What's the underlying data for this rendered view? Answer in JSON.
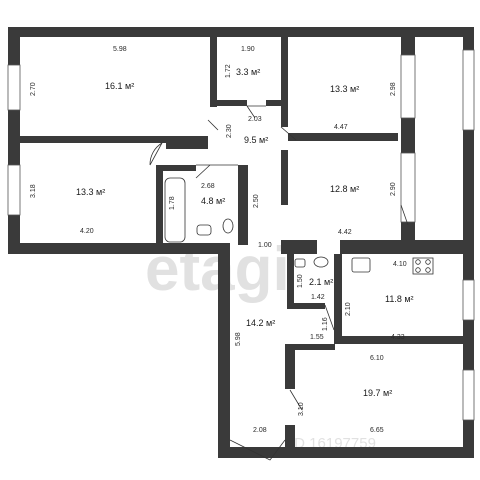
{
  "rooms": {
    "bedroom_top_left": "16.1 м²",
    "pantry": "3.3 м²",
    "bedroom_top_right": "13.3 м²",
    "hall": "9.5 м²",
    "bedroom_mid_left": "13.3 м²",
    "bathroom": "4.8 м²",
    "bedroom_mid_right": "12.8 м²",
    "wc": "2.1 м²",
    "kitchen": "11.8 м²",
    "corridor": "14.2 м²",
    "living_room": "19.7 м²"
  },
  "dimensions": {
    "top_left_width": "5.98",
    "top_left_height": "2.70",
    "pantry_width": "1.90",
    "pantry_height": "1.72",
    "pantry_bottom": "2.03",
    "top_right_height": "2.98",
    "top_right_width": "4.47",
    "hall_width": "2.30",
    "bath_width": "2.68",
    "bath_height": "1.78",
    "mid_left_height": "3.18",
    "mid_left_width": "4.20",
    "hall_height": "2.50",
    "mid_right_height": "2.90",
    "mid_right_width": "4.42",
    "corridor_door": "1.00",
    "wc_height": "1.50",
    "wc_width": "1.42",
    "kitchen_top": "4.10",
    "kitchen_height": "2.10",
    "kitchen_width": "4.33",
    "passage_height": "1.16",
    "passage_width": "1.55",
    "corridor_height": "5.98",
    "living_top": "6.10",
    "living_height": "3.10",
    "living_width": "6.65",
    "entrance_width": "2.08"
  },
  "watermark": {
    "brand": "etagi",
    "id_text": "ID 16197759"
  },
  "colors": {
    "wall": "#3a3a3a",
    "background": "#ffffff",
    "watermark": "#c9c9c9"
  }
}
